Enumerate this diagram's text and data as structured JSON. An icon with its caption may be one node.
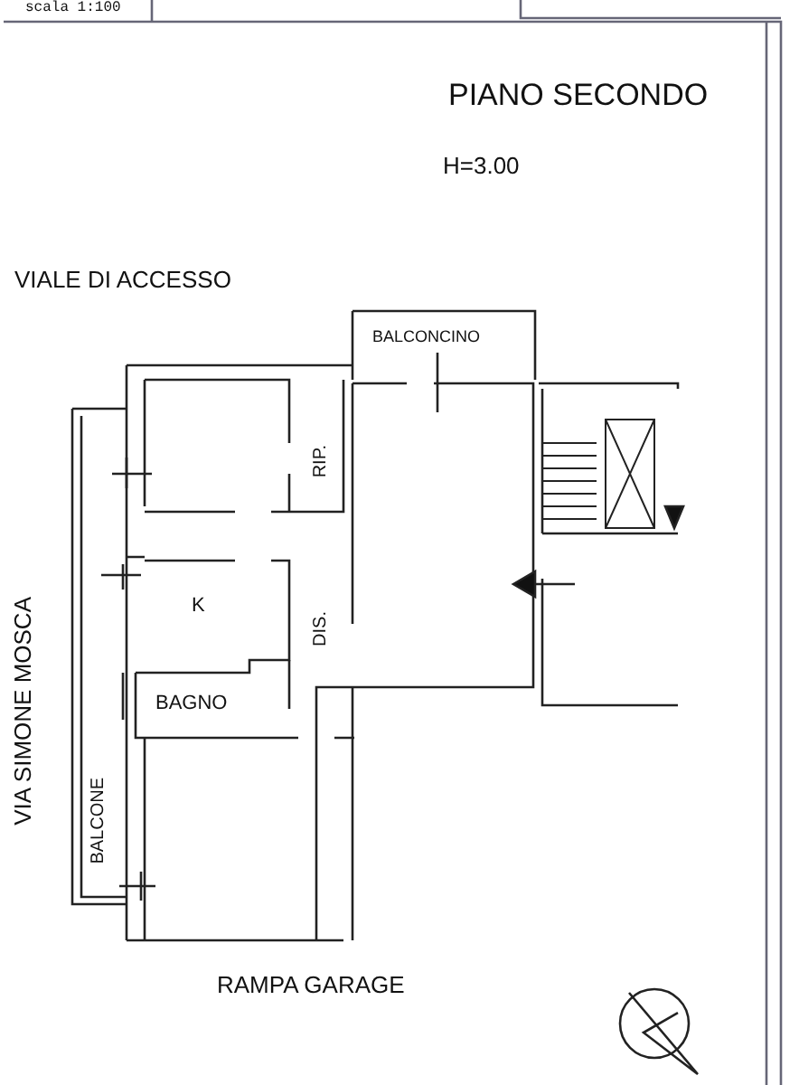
{
  "diagram": {
    "title": "PIANO SECONDO",
    "labels": [
      "scala 1:100",
      "H=3.00",
      "VIALE DI ACCESSO",
      "BALCONCINO",
      "RIP.",
      "K",
      "DIS.",
      "BAGNO",
      "VIA SIMONE MOSCA",
      "BALCONE",
      "RAMPA GARAGE"
    ]
  }
}
